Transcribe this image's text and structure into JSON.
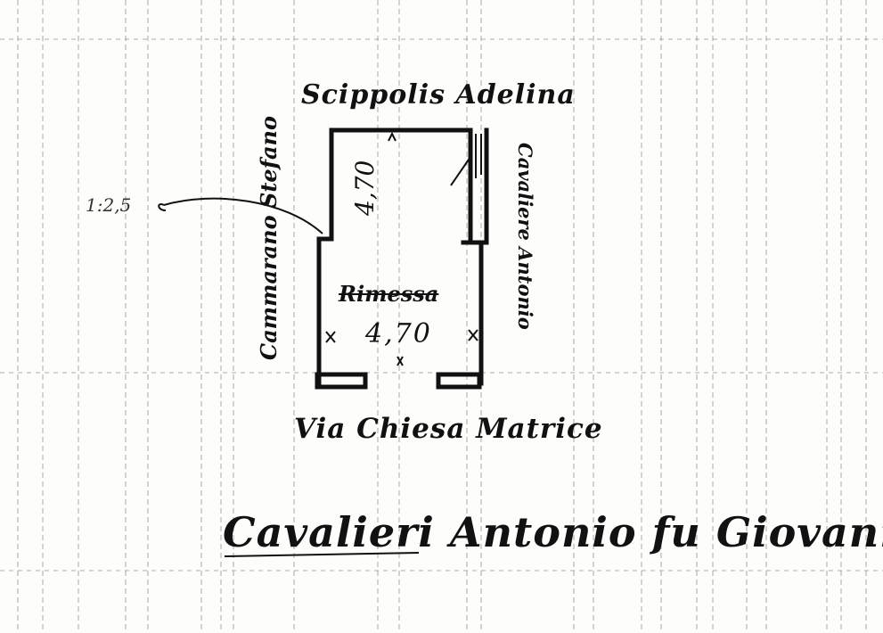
{
  "labels": {
    "north_owner": "Scippolis Adelina",
    "west_owner": "Cammarano Stefano",
    "east_owner": "Cavaliere Antonio",
    "street": "Via Chiesa Matrice",
    "owner": "Cavalieri Antonio fu Giovanni",
    "room_name": "Rimessa",
    "room_area": "4,70",
    "upper_measure": "4,70",
    "side_mark": "1:2,5"
  },
  "colors": {
    "ink": "#111111",
    "grid": "#8c8c8c",
    "paper": "#fdfdfb"
  }
}
